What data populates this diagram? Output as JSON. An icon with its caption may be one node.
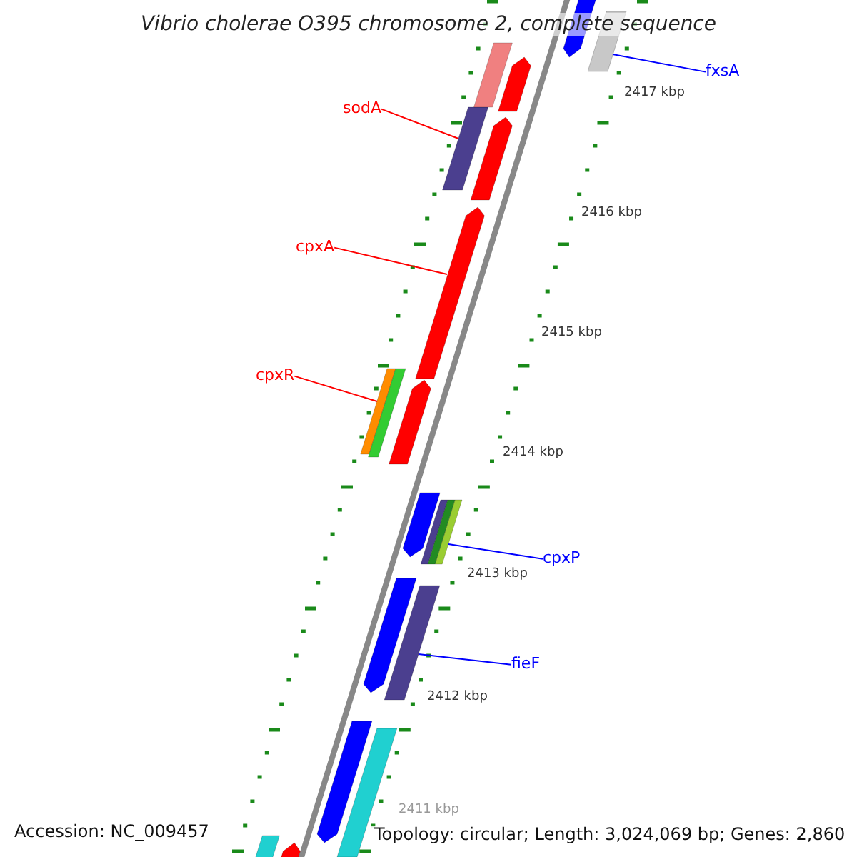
{
  "diagram": {
    "title": "Vibrio cholerae O395 chromosome 2, complete sequence",
    "nodes": [
      {
        "text": [
          "fxsA"
        ]
      },
      {
        "text": [],
        "shape": "bar"
      },
      {
        "text": [
          "sodA"
        ]
      },
      {
        "text": [],
        "shape": "bar"
      },
      {
        "text": [
          "cpxA"
        ]
      },
      {
        "text": [],
        "shape": "bar"
      },
      {
        "text": [
          "cpxR"
        ]
      },
      {
        "text": [],
        "shape": "bar"
      },
      {
        "text": [
          "cpxP"
        ]
      },
      {
        "text": [],
        "shape": "bar"
      },
      {
        "text": [
          "fieF"
        ]
      },
      {
        "text": [],
        "shape": "bar"
      },
      {
        "text": [],
        "shape": "bar"
      },
      {
        "text": [],
        "shape": "bar"
      },
      {
        "text": [],
        "shape": "bar"
      },
      {
        "text": [],
        "shape": "bar"
      },
      {
        "text": [],
        "shape": "bar"
      },
      {
        "text": [],
        "shape": "bar"
      },
      {
        "text": [],
        "shape": "bar"
      },
      {
        "text": [],
        "shape": "bar"
      },
      {
        "text": [],
        "shape": "bar"
      },
      {
        "text": [],
        "shape": "bar"
      },
      {
        "text": [],
        "shape": "bar"
      },
      {
        "text": [],
        "shape": "bar"
      },
      {
        "text": [],
        "shape": "bar"
      },
      {
        "text": [],
        "shape": "bar"
      }
    ],
    "edges": [
      {
        "from": 0,
        "to": 1,
        "arrow": "none",
        "color": "#0000ff"
      },
      {
        "from": 2,
        "to": 3,
        "arrow": "none",
        "color": "#ff0000"
      },
      {
        "from": 4,
        "to": 5,
        "arrow": "none",
        "color": "#ff0000"
      },
      {
        "from": 6,
        "to": 7,
        "arrow": "none",
        "color": "#ff0000"
      },
      {
        "from": 8,
        "to": 9,
        "arrow": "none",
        "color": "#0000ff"
      },
      {
        "from": 10,
        "to": 11,
        "arrow": "none",
        "color": "#0000ff"
      }
    ],
    "labels": [
      "2417 kbp",
      "2416 kbp",
      "2415 kbp",
      "2414 kbp",
      "2413 kbp",
      "2412 kbp",
      "2411 kbp",
      "Accession: NC_009457",
      "Topology: circular; Length: 3,024,069 bp; Genes: 2,860"
    ]
  }
}
